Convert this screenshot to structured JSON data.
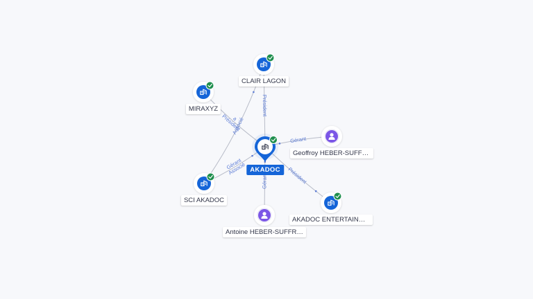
{
  "colors": {
    "company": "#1565d8",
    "person": "#7b56e6",
    "check": "#1f8f4e",
    "edge": "#b8bcc8",
    "edge_label": "#5b7bd5"
  },
  "center": {
    "id": "akadoc",
    "label": "AKADOC",
    "icon": "building-icon"
  },
  "nodes": [
    {
      "id": "clair",
      "label": "CLAIR LAGON",
      "kind": "company",
      "icon": "building-icon",
      "verified": true
    },
    {
      "id": "miraxyz",
      "label": "MIRAXYZ",
      "kind": "company",
      "icon": "building-icon",
      "verified": true
    },
    {
      "id": "geoffroy",
      "label": "Geoffroy HEBER-SUFFR...",
      "kind": "person",
      "icon": "person-icon",
      "verified": false
    },
    {
      "id": "sci",
      "label": "SCI AKADOC",
      "kind": "company",
      "icon": "building-icon",
      "verified": true
    },
    {
      "id": "antoine",
      "label": "Antoine HEBER-SUFFRI...",
      "kind": "person",
      "icon": "person-icon",
      "verified": false
    },
    {
      "id": "entertainment",
      "label": "AKADOC ENTERTAINMENT",
      "kind": "company",
      "icon": "building-icon",
      "verified": true
    }
  ],
  "edges": [
    {
      "from": "akadoc",
      "to": "clair",
      "labels": [
        "Président"
      ]
    },
    {
      "from": "akadoc",
      "to": "miraxyz",
      "labels": [
        "Président",
        "a"
      ]
    },
    {
      "from": "geoffroy",
      "to": "akadoc",
      "labels": [
        "Gérant"
      ]
    },
    {
      "from": "sci",
      "to": "akadoc",
      "labels": [
        "Gérant",
        "Associé"
      ]
    },
    {
      "from": "sci",
      "to": "clair",
      "labels": [
        "Associé"
      ]
    },
    {
      "from": "antoine",
      "to": "akadoc",
      "labels": [
        "Gérant"
      ]
    },
    {
      "from": "akadoc",
      "to": "entertainment",
      "labels": [
        "Président"
      ]
    }
  ]
}
